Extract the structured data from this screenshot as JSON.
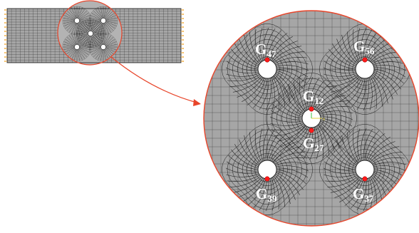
{
  "figure": {
    "colors": {
      "mesh_fill": "#a6a6a6",
      "mesh_line": "#1a1a1a",
      "callout": "#e8452a",
      "node": "#ff1a1a",
      "boundary": "#f0a020",
      "hole": "#ffffff",
      "label": "#ffffff",
      "axis_x": "#e0d040",
      "axis_y": "#40c040"
    },
    "node_labels": [
      {
        "id": "n47",
        "main": "G",
        "sub": "47"
      },
      {
        "id": "n56",
        "main": "G",
        "sub": "56"
      },
      {
        "id": "n12",
        "main": "G",
        "sub": "12"
      },
      {
        "id": "n27",
        "main": "G",
        "sub": "27"
      },
      {
        "id": "n39",
        "main": "G",
        "sub": "39"
      },
      {
        "id": "n37",
        "main": "G",
        "sub": "37"
      }
    ]
  }
}
